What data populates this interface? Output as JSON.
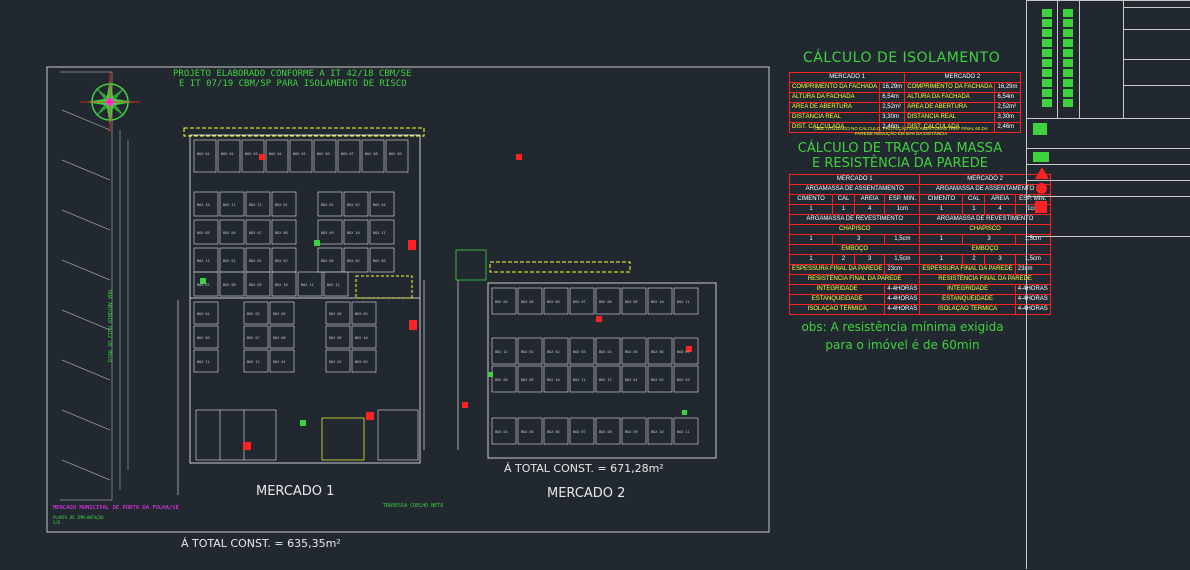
{
  "drawing": {
    "note_line1": "PROJETO ELABORADO CONFORME A IT 42/18 CBM/SE",
    "note_line2": "E IT 07/19 CBM/SP PARA ISOLAMENTO DE RISCO",
    "mercado1_label": "MERCADO 1",
    "mercado2_label": "MERCADO 2",
    "area1": "Á TOTAL CONST. = 635,35m²",
    "area2": "Á TOTAL CONST. = 671,28m²",
    "street_left": "RUA ANTONIO RUIZ DE MELO",
    "street_bottom": "TRAVESSA COELHO NETO",
    "legend_title": "MERCADO MUNICIPAL DE PORTO DA FOLHA/SE",
    "legend_sub1": "PLANTA DE IMPLANTAÇÃO",
    "legend_sub2": "S/E",
    "box_labels": [
      "BOX 01",
      "BOX 02",
      "BOX 03",
      "BOX 04",
      "BOX 05",
      "BOX 06",
      "BOX 07",
      "BOX 08",
      "BOX 09",
      "BOX 10",
      "BOX 11",
      "BOX 12"
    ]
  },
  "isolamento": {
    "title": "CÁLCULO DE ISOLAMENTO",
    "headers": [
      "MERCADO 1",
      "MERCADO 2"
    ],
    "rows": [
      [
        "COMPRIMENTO DA FACHADA",
        "16,29m",
        "COMPRIMENTO DA FACHADA",
        "16,29m"
      ],
      [
        "ALTURA DA FACHADA",
        "6,54m",
        "ALTURA DA FACHADA",
        "6,54m"
      ],
      [
        "ÁREA DE ABERTURA",
        "2,52m²",
        "ÁREA DE ABERTURA",
        "2,52m²"
      ],
      [
        "DISTÂNCIA REAL",
        "3,30m",
        "DISTÂNCIA REAL",
        "3,30m"
      ],
      [
        "DIST. CALCULADA",
        "2,46m",
        "DIST. CALCULADA",
        "2,46m"
      ]
    ],
    "note": "OBS: UTILIZADO NO CÁLCULO, PROTEÇÃO DAS ABERTURAS TRRF FINAL 60 DA PAREDE REDUÇÃO EM 50% DA DISTÂNCIA"
  },
  "massa": {
    "title_line1": "CÁLCULO DE TRAÇO DA MASSA",
    "title_line2": "E RESISTÊNCIA DA PAREDE",
    "headers": [
      "MERCADO 1",
      "MERCADO 2"
    ],
    "assentamento": "ARGAMASSA DE ASSENTAMENTO",
    "cols": [
      "CIMENTO",
      "CAL",
      "AREIA",
      "ESP. MIN."
    ],
    "vals": [
      "1",
      "1",
      "4",
      "1cm"
    ],
    "revestimento": "ARGAMASSA DE REVESTIMENTO",
    "chapisco": "CHAPISCO",
    "chapisco_vals": [
      "1",
      "3",
      "1,5cm"
    ],
    "emboco": "EMBOÇO",
    "emboco_vals": [
      "1",
      "2",
      "3",
      "1,5cm"
    ],
    "espessura": "ESPESSURA FINAL DA PAREDE",
    "espessura_val": "23cm",
    "resistencia": "RESISTÊNCIA FINAL DA PAREDE",
    "integridade": "INTEGRIDADE",
    "estanqueidade": "ESTANQUEIDADE",
    "isolacao": "ISOLAÇÃO TÉRMICA",
    "horas": "4-4HORAS"
  },
  "obs": {
    "line1": "obs: A resistência mínima exigida",
    "line2": "para o imóvel é de 60min"
  },
  "colors": {
    "background": "#212830",
    "outline": "#c9c9c9",
    "green": "#3fd23f",
    "red": "#ff2222",
    "yellow": "#ffff33",
    "magenta": "#ff33ff"
  }
}
